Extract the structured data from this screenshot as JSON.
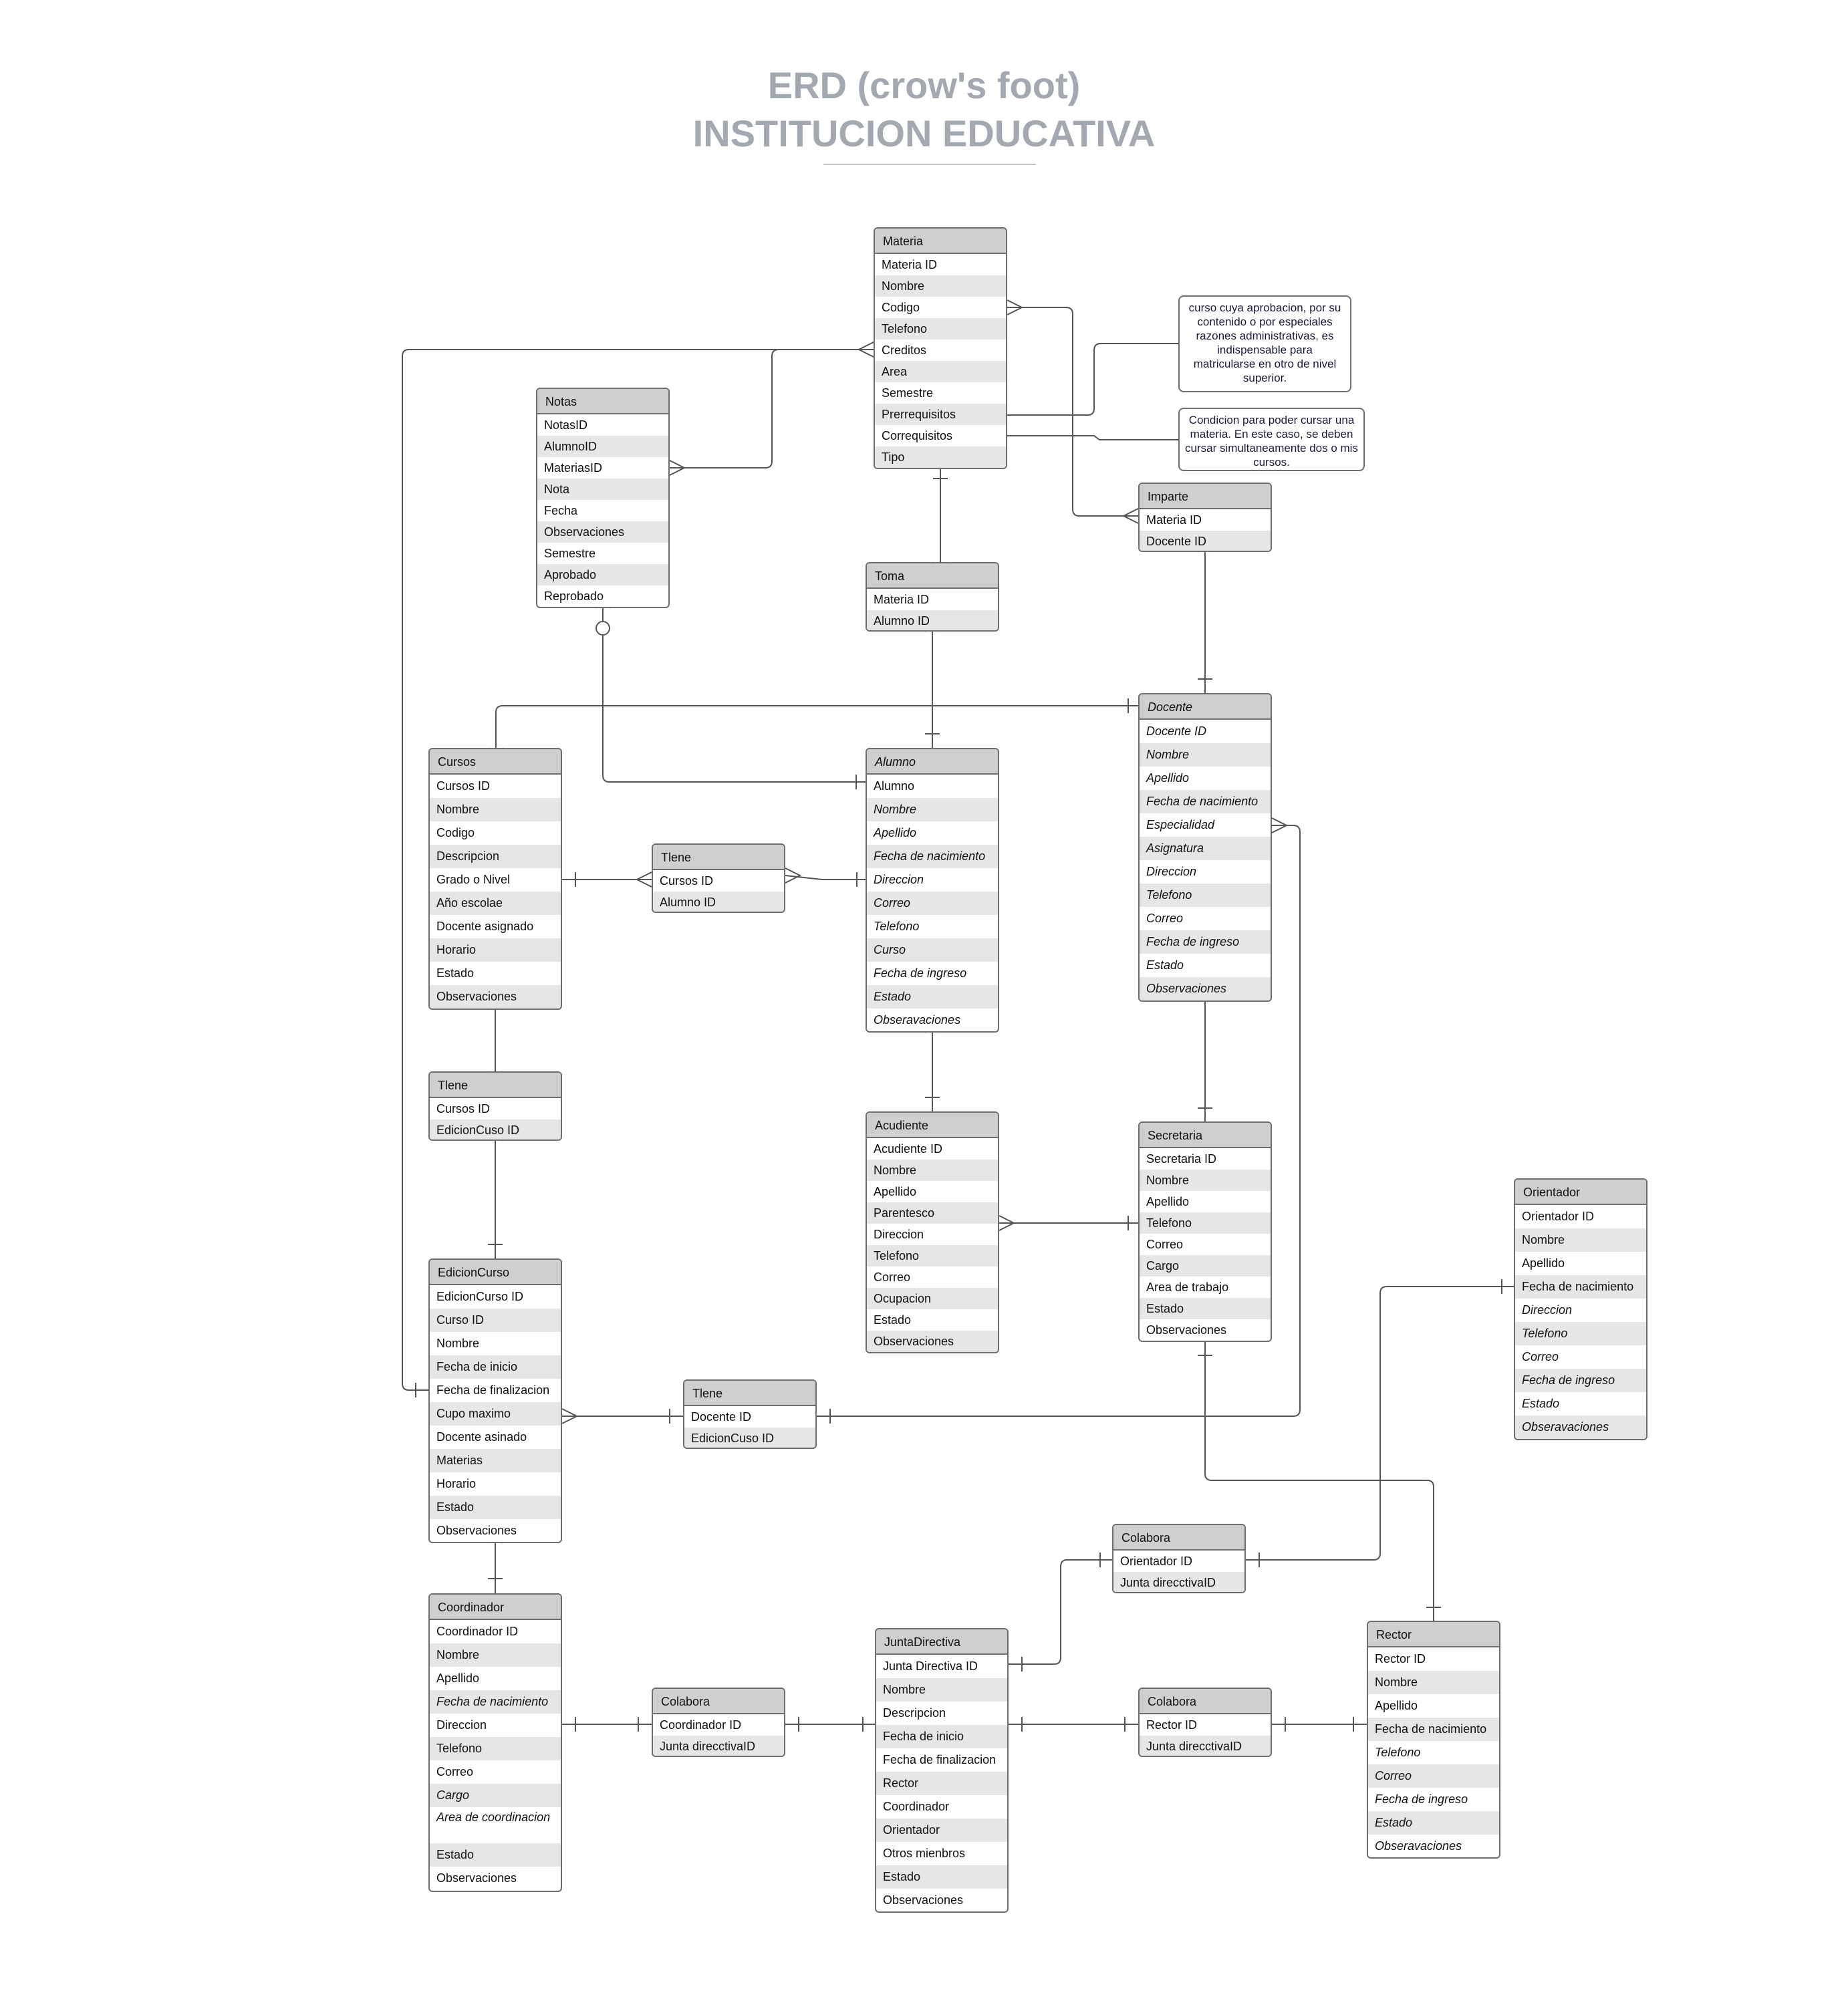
{
  "title": {
    "line1": "ERD (crow's foot)",
    "line2": "INSTITUCION EDUCATIVA"
  },
  "entities": {
    "materia": {
      "name": "Materia",
      "fields": [
        "Materia ID",
        "Nombre",
        "Codigo",
        "Telefono",
        "Creditos",
        "Area",
        "Semestre",
        "Prerrequisitos",
        "Correquisitos",
        "Tipo"
      ]
    },
    "notas": {
      "name": "Notas",
      "fields": [
        "NotasID",
        "AlumnoID",
        "MateriasID",
        "Nota",
        "Fecha",
        "Observaciones",
        "Semestre",
        "Aprobado",
        "Reprobado"
      ]
    },
    "imparte": {
      "name": "Imparte",
      "fields": [
        "Materia ID",
        "Docente ID"
      ]
    },
    "toma": {
      "name": "Toma",
      "fields": [
        "Materia ID",
        "Alumno ID"
      ]
    },
    "docente": {
      "name": "Docente",
      "fields": [
        "Docente ID",
        "Nombre",
        "Apellido",
        "Fecha de nacimiento",
        "Especialidad",
        "Asignatura",
        "Direccion",
        "Telefono",
        "Correo",
        "Fecha de ingreso",
        "Estado",
        "Observaciones"
      ]
    },
    "cursos": {
      "name": "Cursos",
      "fields": [
        "Cursos ID",
        "Nombre",
        "Codigo",
        "Descripcion",
        "Grado o Nivel",
        "Año escolae",
        "Docente asignado",
        "Horario",
        "Estado",
        "Observaciones"
      ]
    },
    "alumno": {
      "name": "Alumno",
      "fields": [
        "Alumno",
        "Nombre",
        "Apellido",
        "Fecha de nacimiento",
        "Direccion",
        "Correo",
        "Telefono",
        "Curso",
        "Fecha de ingreso",
        "Estado",
        "Obseravaciones"
      ]
    },
    "tiene_cursos_alumno": {
      "name": "Tlene",
      "fields": [
        "Cursos ID",
        "Alumno ID"
      ]
    },
    "tiene_cursos_edicion": {
      "name": "Tlene",
      "fields": [
        "Cursos ID",
        "EdicionCuso ID"
      ]
    },
    "acudiente": {
      "name": "Acudiente",
      "fields": [
        "Acudiente ID",
        "Nombre",
        "Apellido",
        "Parentesco",
        "Direccion",
        "Telefono",
        "Correo",
        "Ocupacion",
        "Estado",
        "Observaciones"
      ]
    },
    "secretaria": {
      "name": "Secretaria",
      "fields": [
        "Secretaria ID",
        "Nombre",
        "Apellido",
        "Telefono",
        "Correo",
        "Cargo",
        "Area de trabajo",
        "Estado",
        "Observaciones"
      ]
    },
    "orientador": {
      "name": "Orientador",
      "fields": [
        "Orientador ID",
        "Nombre",
        "Apellido",
        "Fecha de nacimiento",
        "Direccion",
        "Telefono",
        "Correo",
        "Fecha de ingreso",
        "Estado",
        "Obseravaciones"
      ]
    },
    "edicioncurso": {
      "name": "EdicionCurso",
      "fields": [
        "EdicionCurso ID",
        "Curso ID",
        "Nombre",
        "Fecha de inicio",
        "Fecha de finalizacion",
        "Cupo maximo",
        "Docente asinado",
        "Materias",
        "Horario",
        "Estado",
        "Observaciones"
      ]
    },
    "tiene_docente_edicion": {
      "name": "Tlene",
      "fields": [
        "Docente ID",
        "EdicionCuso ID"
      ]
    },
    "colabora_orientador": {
      "name": "Colabora",
      "fields": [
        "Orientador ID",
        "Junta direcctivaID"
      ]
    },
    "coordinador": {
      "name": "Coordinador",
      "fields": [
        "Coordinador ID",
        "Nombre",
        "Apellido",
        "Fecha de nacimiento",
        "Direccion",
        "Telefono",
        "Correo",
        "Cargo",
        "Area de coordinacion",
        "Estado",
        "Observaciones"
      ]
    },
    "colabora_coordinador": {
      "name": "Colabora",
      "fields": [
        "Coordinador ID",
        "Junta direcctivaID"
      ]
    },
    "juntadirectiva": {
      "name": "JuntaDirectiva",
      "fields": [
        "Junta Directiva ID",
        "Nombre",
        "Descripcion",
        "Fecha de inicio",
        "Fecha de finalizacion",
        "Rector",
        "Coordinador",
        "Orientador",
        "Otros mienbros",
        "Estado",
        "Observaciones"
      ]
    },
    "colabora_rector": {
      "name": "Colabora",
      "fields": [
        "Rector ID",
        "Junta direcctivaID"
      ]
    },
    "rector": {
      "name": "Rector",
      "fields": [
        "Rector ID",
        "Nombre",
        "Apellido",
        "Fecha de nacimiento",
        "Telefono",
        "Correo",
        "Fecha de ingreso",
        "Estado",
        "Obseravaciones"
      ]
    }
  },
  "notes": {
    "prerrequisitos": "curso cuya aprobacion, por su contenido o por especiales razones administrativas, es indispensable para matricularse en otro de nivel superior.",
    "correquisitos": "Condicion para poder cursar una materia. En este caso, se deben cursar simultaneamente dos o mis cursos."
  }
}
